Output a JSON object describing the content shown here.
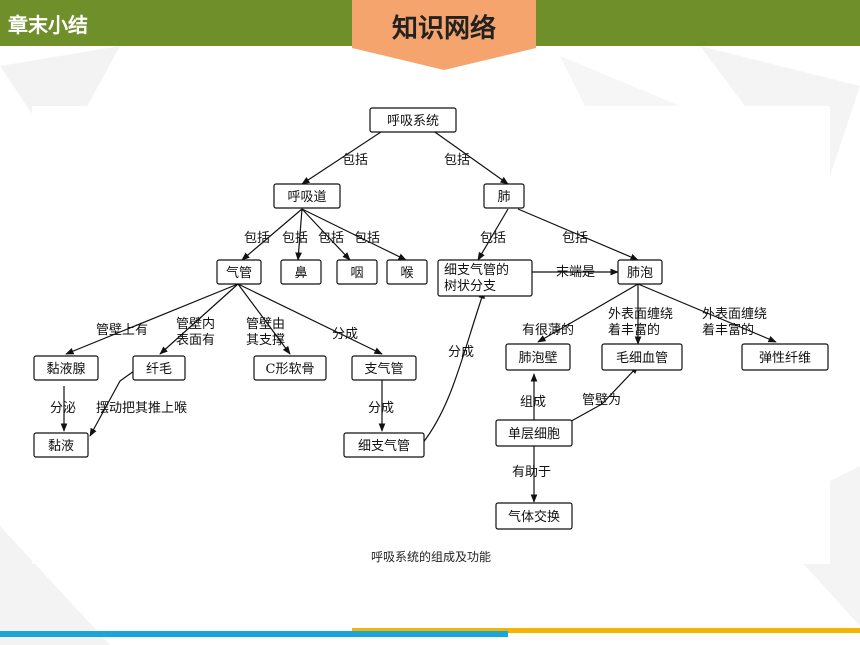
{
  "header": {
    "section_label": "章末小结",
    "tab_title": "知识网络",
    "bar_color": "#6e8f2a",
    "tab_color": "#f4a46c"
  },
  "diagram": {
    "caption": "呼吸系统的组成及功能",
    "nodes": {
      "respiratory_system": "呼吸系统",
      "airway": "呼吸道",
      "lung": "肺",
      "trachea": "气管",
      "nose": "鼻",
      "pharynx": "咽",
      "larynx": "喉",
      "bronchiole_tree": "细支气管的树状分支",
      "alveolus": "肺泡",
      "mucous_gland": "黏液腺",
      "cilia": "纤毛",
      "c_cartilage": "C形软骨",
      "bronchus": "支气管",
      "mucus": "黏液",
      "small_bronchi": "细支气管",
      "alveolar_wall": "肺泡壁",
      "capillary": "毛细血管",
      "elastic_fiber": "弹性纤维",
      "monolayer": "单层细胞",
      "gas_exchange": "气体交换"
    },
    "edge_labels": {
      "include": "包括",
      "wall_has": "管壁上有",
      "inner_surface_1": "管壁内",
      "inner_surface_2": "表面有",
      "supported_1": "管壁由",
      "supported_2": "其支撑",
      "branch": "分成",
      "secrete": "分泌",
      "sweep": "摆动把其推上喉",
      "terminal_is": "末端是",
      "thin": "有很薄的",
      "wrapped_1": "外表面缠绕",
      "wrapped_2": "着丰富的",
      "composed": "组成",
      "wall_is": "管壁为",
      "helps": "有助于"
    }
  }
}
